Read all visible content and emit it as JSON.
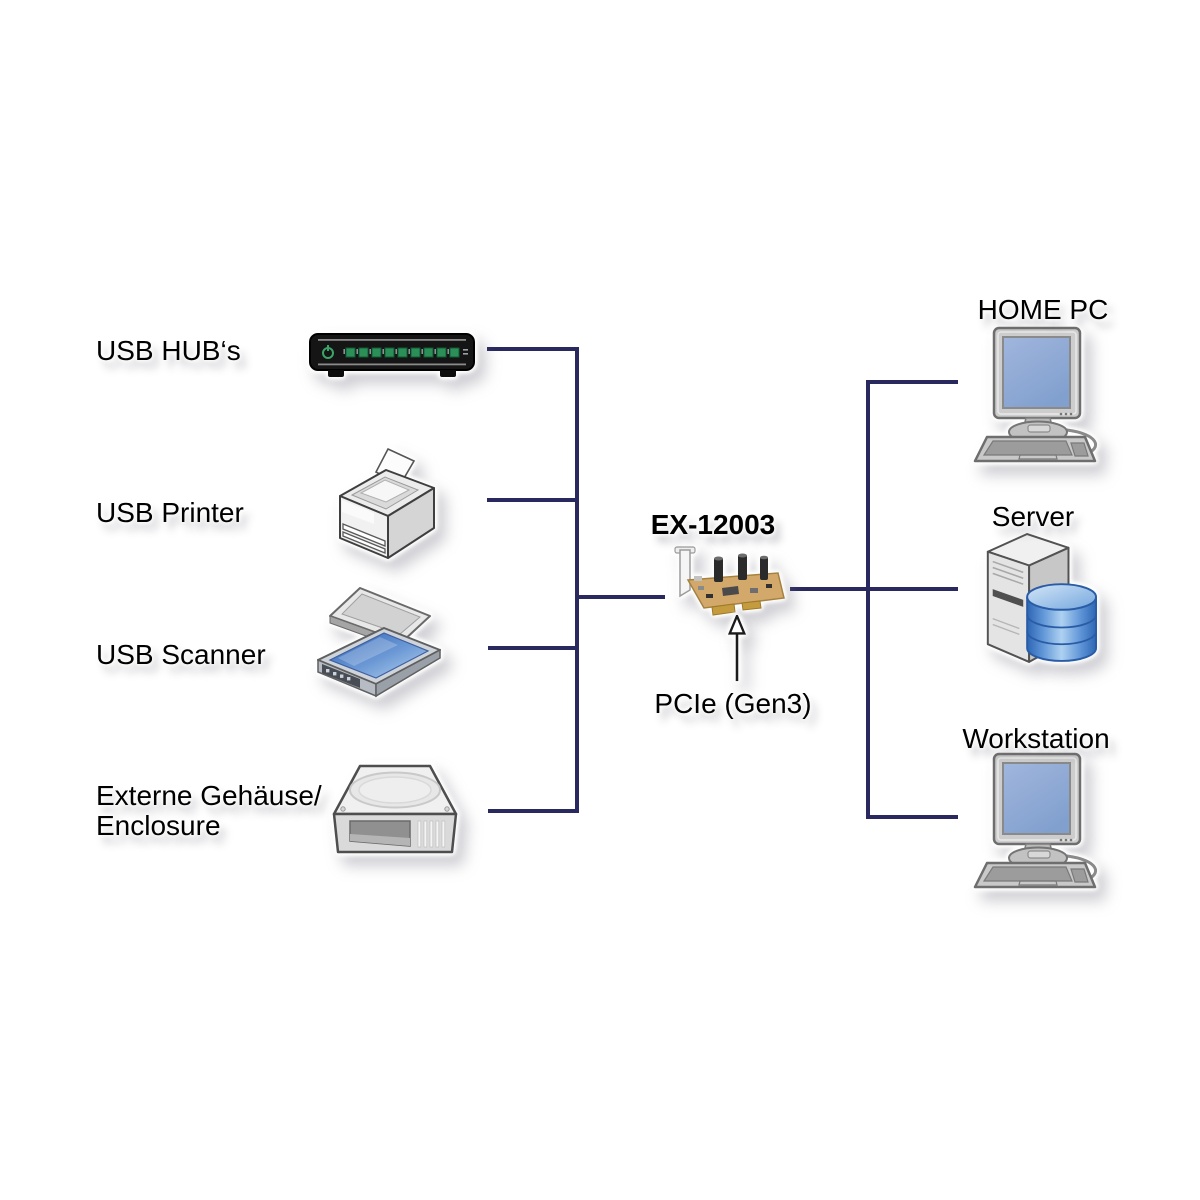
{
  "diagram": {
    "product": {
      "model": "EX-12003",
      "interface": "PCIe (Gen3)",
      "icon": "pcie-card-icon",
      "arrow_icon": "up-arrow-icon"
    },
    "left_devices": [
      {
        "id": "usb-hubs",
        "label": "USB HUB‘s",
        "icon": "usb-hub-icon"
      },
      {
        "id": "usb-printer",
        "label": "USB Printer",
        "icon": "printer-icon"
      },
      {
        "id": "usb-scanner",
        "label": "USB Scanner",
        "icon": "scanner-icon"
      },
      {
        "id": "external-enclosure",
        "label_line1": "Externe Gehäuse/",
        "label_line2": "Enclosure",
        "icon": "hdd-enclosure-icon"
      }
    ],
    "right_hosts": [
      {
        "id": "home-pc",
        "label": "HOME PC",
        "icon": "desktop-pc-icon"
      },
      {
        "id": "server",
        "label": "Server",
        "icon": "server-icon"
      },
      {
        "id": "workstation",
        "label": "Workstation",
        "icon": "desktop-pc-icon"
      }
    ],
    "colors": {
      "background": "#ffffff",
      "connector_line": "#29285f",
      "label_text": "#000000",
      "screen_blue": "#8ca6d3",
      "database_blue": "#2d66b4",
      "led_green": "#2c8f58",
      "pcb_tan": "#d3a96b"
    }
  }
}
